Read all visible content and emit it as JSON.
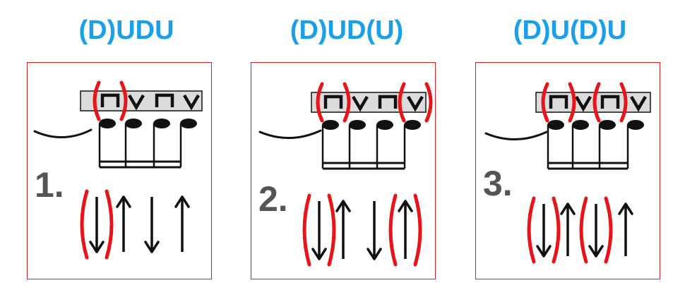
{
  "colors": {
    "title": "#1aa0e8",
    "border": "#e02020",
    "paren": "#e8141a",
    "stroke": "#111111",
    "number": "#555555",
    "bar_fill": "#dcdcdc"
  },
  "panels": [
    {
      "title": "(D)UDU",
      "number": "1.",
      "bow_marks": [
        "down-bow",
        "up-bow",
        "down-bow",
        "up-bow"
      ],
      "arrows": [
        "down",
        "up",
        "down",
        "up"
      ],
      "parenthesized": [
        0
      ]
    },
    {
      "title": "(D)UD(U)",
      "number": "2.",
      "bow_marks": [
        "down-bow",
        "up-bow",
        "down-bow",
        "up-bow"
      ],
      "arrows": [
        "down",
        "up",
        "down",
        "up"
      ],
      "parenthesized": [
        0,
        3
      ]
    },
    {
      "title": "(D)U(D)U",
      "number": "3.",
      "bow_marks": [
        "down-bow",
        "up-bow",
        "down-bow",
        "up-bow"
      ],
      "arrows": [
        "down",
        "up",
        "down",
        "up"
      ],
      "parenthesized": [
        0,
        2
      ]
    }
  ]
}
